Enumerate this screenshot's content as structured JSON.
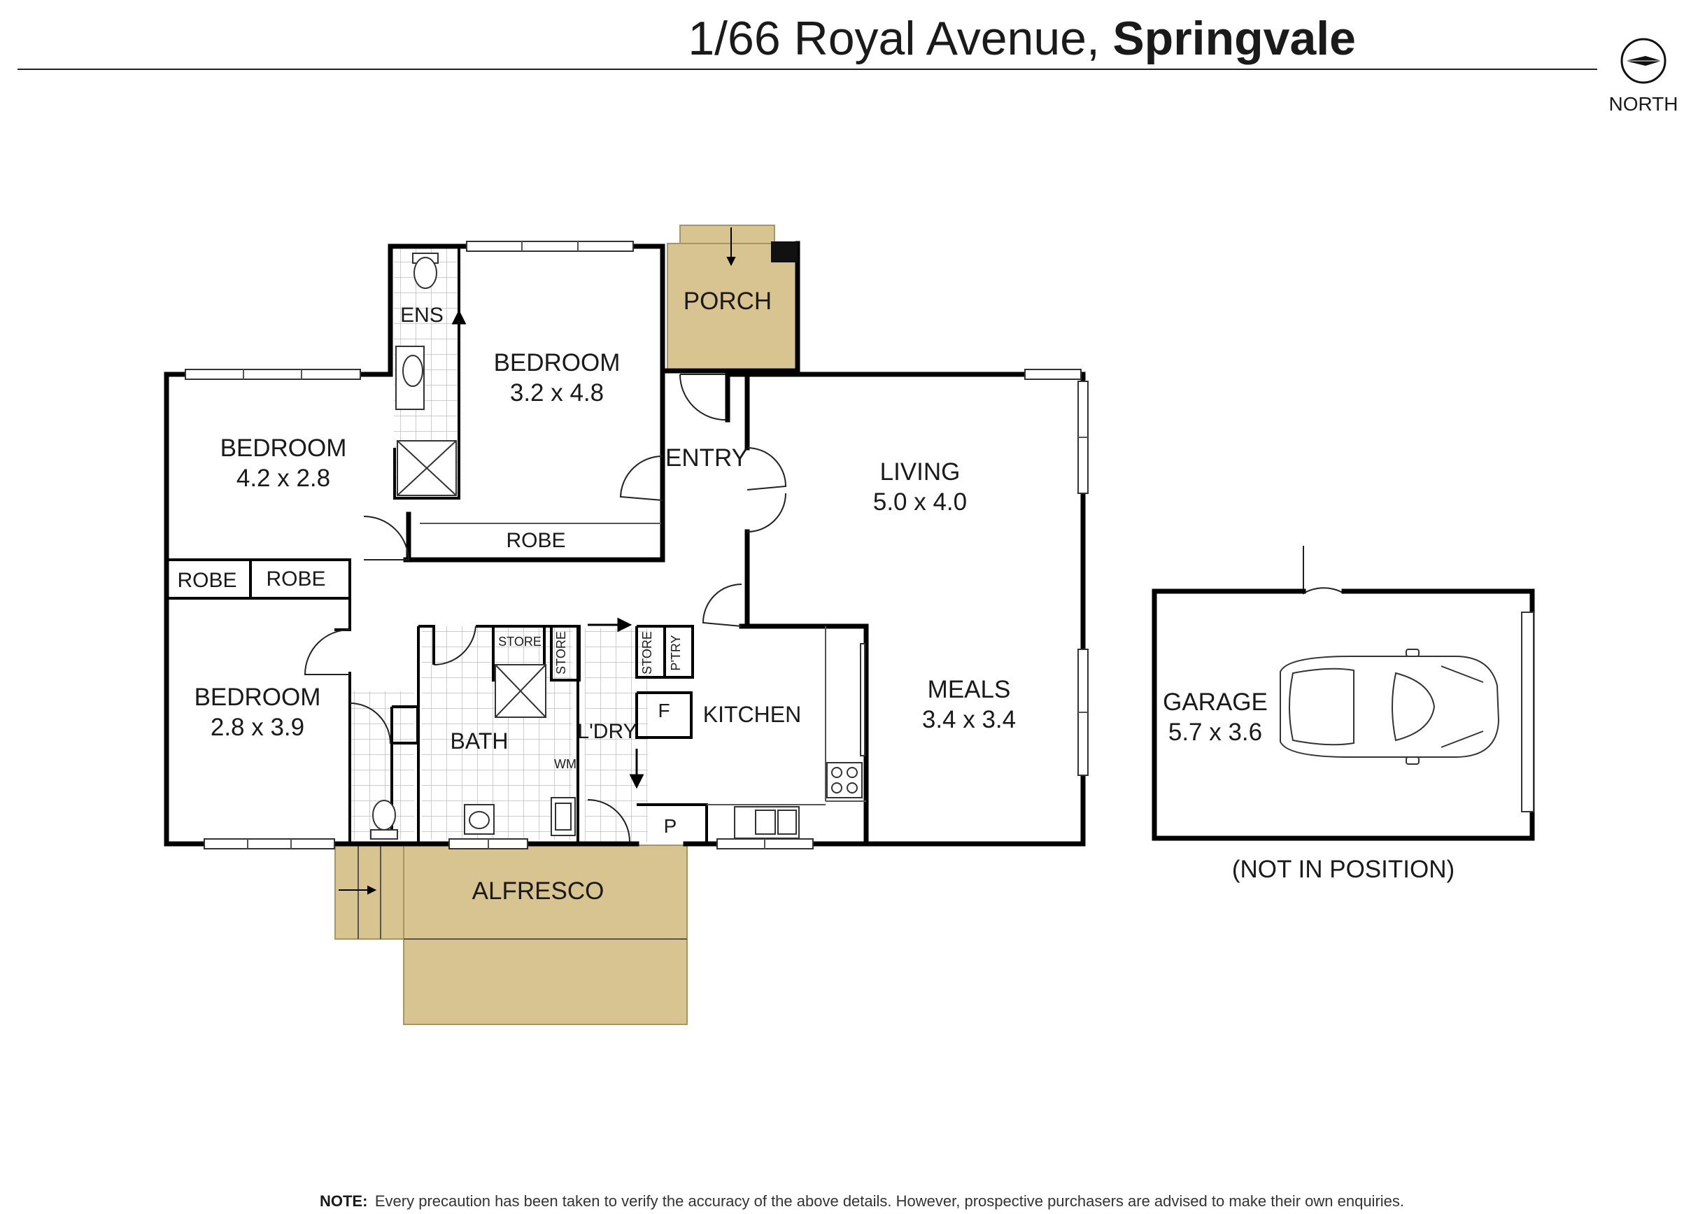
{
  "header": {
    "address_prefix": "1/66 Royal Avenue,",
    "suburb": "Springvale"
  },
  "compass": {
    "label": "NORTH",
    "icon": "compass-arrow-icon"
  },
  "rooms": {
    "porch": {
      "name": "PORCH"
    },
    "ensuite": {
      "name": "ENS"
    },
    "bedroom_main": {
      "name": "BEDROOM",
      "size": "3.2 x 4.8"
    },
    "bedroom_2": {
      "name": "BEDROOM",
      "size": "4.2 x 2.8"
    },
    "bedroom_3": {
      "name": "BEDROOM",
      "size": "2.8 x 3.9"
    },
    "entry": {
      "name": "ENTRY"
    },
    "robe_main": {
      "name": "ROBE"
    },
    "robe_a": {
      "name": "ROBE"
    },
    "robe_b": {
      "name": "ROBE"
    },
    "living": {
      "name": "LIVING",
      "size": "5.0 x 4.0"
    },
    "meals": {
      "name": "MEALS",
      "size": "3.4 x 3.4"
    },
    "kitchen": {
      "name": "KITCHEN"
    },
    "bath": {
      "name": "BATH"
    },
    "laundry": {
      "name": "L'DRY"
    },
    "store_1": {
      "name": "STORE"
    },
    "store_2": {
      "name": "STORE"
    },
    "store_3": {
      "name": "STORE"
    },
    "pantry": {
      "name": "P'TRY"
    },
    "fridge": {
      "name": "F"
    },
    "p": {
      "name": "P"
    },
    "wm": {
      "name": "WM"
    },
    "alfresco": {
      "name": "ALFRESCO"
    },
    "garage": {
      "name": "GARAGE",
      "size": "5.7 x 3.6"
    }
  },
  "garage_note": "(NOT IN POSITION)",
  "footer": {
    "note_label": "NOTE:",
    "note_text": "Every precaution has been taken to verify the accuracy of the above details. However, prospective purchasers are advised to make their own enquiries."
  },
  "colors": {
    "outdoor": "#d8c491",
    "wall": "#000000"
  }
}
